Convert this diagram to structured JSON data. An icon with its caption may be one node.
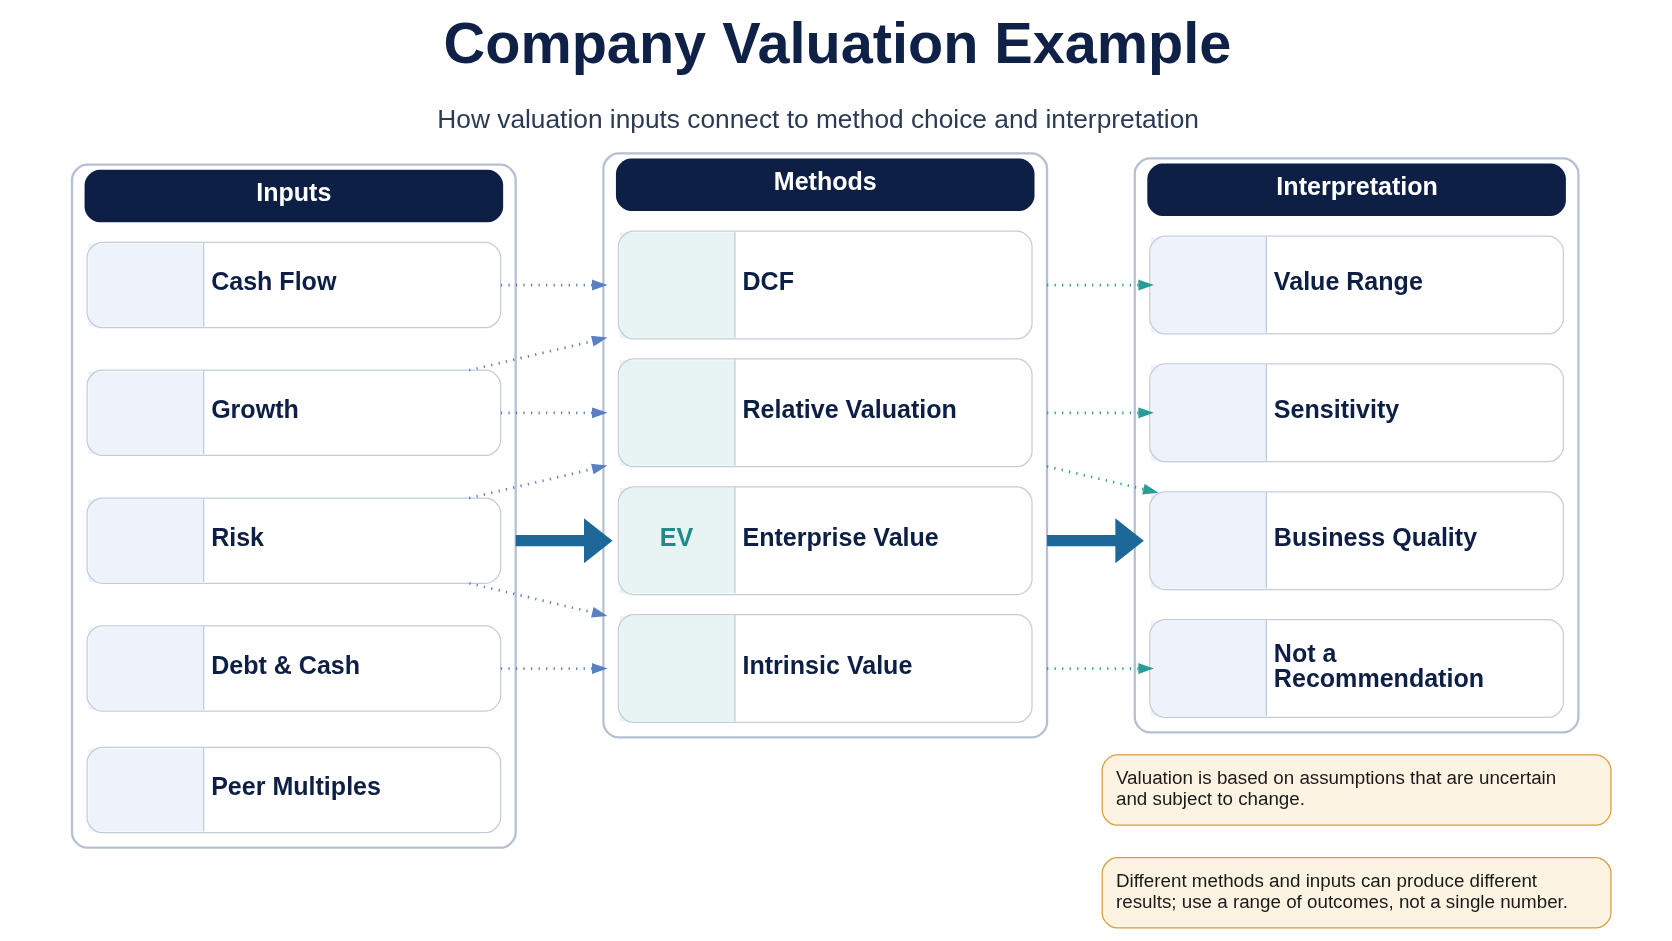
{
  "diagram": {
    "title": "Company Valuation Example",
    "nodes": [
      {
        "text": [
          "Inputs"
        ]
      },
      {
        "text": [
          "Cash Flow"
        ],
        "in": 0
      },
      {
        "text": [
          "Growth"
        ],
        "in": 0
      },
      {
        "text": [
          "Risk"
        ],
        "in": 0
      },
      {
        "text": [
          "Debt & Cash"
        ],
        "in": 0
      },
      {
        "text": [
          "Peer Multiples"
        ],
        "in": 0
      },
      {
        "text": [
          "Methods"
        ]
      },
      {
        "text": [
          "DCF"
        ],
        "in": 6
      },
      {
        "text": [
          "Relative Valuation"
        ],
        "in": 6
      },
      {
        "text": [
          "EV",
          "Enterprise Value"
        ],
        "in": 6
      },
      {
        "text": [
          "Intrinsic Value"
        ],
        "in": 6
      },
      {
        "text": [
          "Interpretation"
        ]
      },
      {
        "text": [
          "Value Range"
        ],
        "in": 11
      },
      {
        "text": [
          "Sensitivity"
        ],
        "in": 11
      },
      {
        "text": [
          "Business Quality"
        ],
        "in": 11
      },
      {
        "text": [
          "Not a Recommendation"
        ],
        "in": 11
      },
      {
        "text": [
          "Valuation is based on assumptions that are uncertain and subject to change."
        ]
      },
      {
        "text": [
          "Different methods and inputs can produce different results; use a range of outcomes, not a single number."
        ]
      }
    ],
    "edges": [
      {
        "from": 1,
        "to": 6,
        "arrow": "to",
        "style": "dashed"
      },
      {
        "from": 2,
        "to": 6,
        "arrow": "to",
        "style": "dashed"
      },
      {
        "from": 2,
        "to": 6,
        "arrow": "to",
        "style": "dashed"
      },
      {
        "from": 3,
        "to": 6,
        "arrow": "to",
        "style": "dashed"
      },
      {
        "from": 0,
        "to": 6,
        "arrow": "to",
        "style": "thick",
        "color": "#1d6898"
      },
      {
        "from": 3,
        "to": 6,
        "arrow": "to",
        "style": "dashed"
      },
      {
        "from": 4,
        "to": 6,
        "arrow": "to",
        "style": "dashed"
      },
      {
        "from": 6,
        "to": 12,
        "arrow": "to",
        "style": "dashed",
        "color": "#2a9d98"
      },
      {
        "from": 6,
        "to": 13,
        "arrow": "to",
        "style": "dashed",
        "color": "#2a9d98"
      },
      {
        "from": 6,
        "to": 14,
        "arrow": "to",
        "style": "dashed",
        "color": "#2a9d98"
      },
      {
        "from": 6,
        "to": 11,
        "arrow": "to",
        "style": "thick",
        "color": "#1d6898"
      },
      {
        "from": 6,
        "to": 15,
        "arrow": "to",
        "style": "dashed",
        "color": "#2a9d98"
      }
    ],
    "labels": [
      "How valuation inputs connect to method choice and interpretation"
    ]
  }
}
